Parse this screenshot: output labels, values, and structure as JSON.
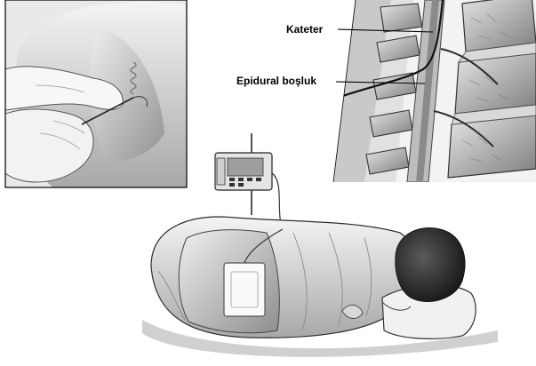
{
  "labels": {
    "catheter": "Kateter",
    "epidural_space": "Epidural boşluk"
  },
  "colors": {
    "ink": "#000000",
    "background": "#ffffff",
    "light_gray": "#d6d6d6",
    "mid_gray": "#9a9a9a",
    "dark_gray": "#3a3a3a"
  },
  "panels": [
    "epidural-insertion-closeup",
    "spine-cross-section",
    "patient-with-infusion-pump"
  ]
}
